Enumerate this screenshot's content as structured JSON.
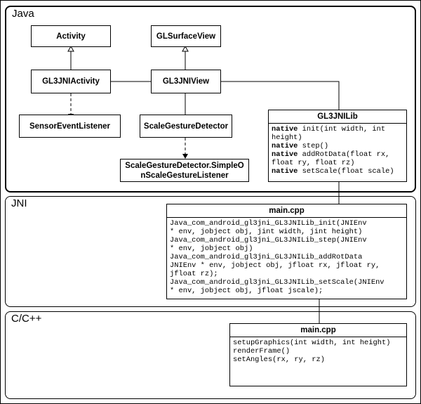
{
  "layers": {
    "java": "Java",
    "jni": "JNI",
    "cpp": "C/C++"
  },
  "java": {
    "activity": "Activity",
    "gl_surface_view": "GLSurfaceView",
    "gl3jni_activity": "GL3JNIActivity",
    "gl3jni_view": "GL3JNIView",
    "sensor_event_listener": "SensorEventListener",
    "scale_gesture_detector": "ScaleGestureDetector",
    "simple_listener_line1": "ScaleGestureDetector.SimpleO",
    "simple_listener_line2": "nScaleGestureListener",
    "lib": {
      "title": "GL3JNILib",
      "keyword": "native",
      "methods": [
        " init(int width, int",
        "height)",
        " step()",
        " addRotData(float rx,",
        "float ry, float rz)",
        " setScale(float scale)"
      ]
    }
  },
  "jni": {
    "title": "main.cpp",
    "lines": [
      "Java_com_android_gl3jni_GL3JNILib_init(JNIEnv",
      "* env, jobject obj, jint width, jint height)",
      "Java_com_android_gl3jni_GL3JNILib_step(JNIEnv",
      "* env, jobject obj)",
      "Java_com_android_gl3jni_GL3JNILib_addRotData",
      "JNIEnv * env, jobject obj, jfloat rx, jfloat ry,",
      "jfloat rz);",
      "Java_com_android_gl3jni_GL3JNILib_setScale(JNIEnv",
      "* env, jobject obj, jfloat jscale);"
    ]
  },
  "cpp": {
    "title": "main.cpp",
    "lines": [
      "setupGraphics(int width, int height)",
      "renderFrame()",
      "setAngles(rx, ry, rz)"
    ]
  }
}
